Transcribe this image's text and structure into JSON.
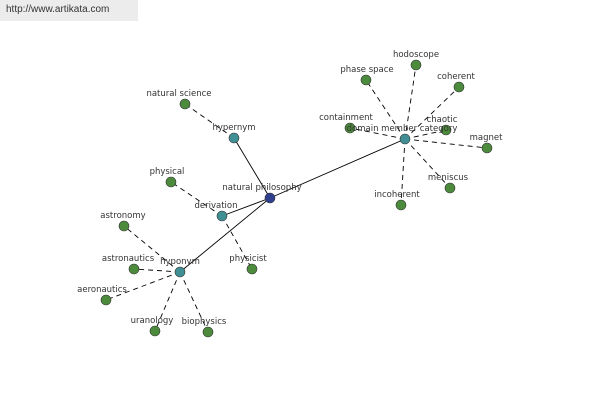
{
  "url": "http://www.artikata.com",
  "colors": {
    "root": "#2e3f8c",
    "relation": "#3f8f94",
    "leaf": "#4c8a3c",
    "edge": "#000000"
  },
  "nodes": {
    "root": "natural philosophy",
    "relations": [
      "hypernym",
      "derivation",
      "hyponym",
      "domain member category"
    ],
    "leaves": [
      "natural science",
      "physical",
      "physicist",
      "astronomy",
      "astronautics",
      "aeronautics",
      "uranology",
      "biophysics",
      "phase space",
      "hodoscope",
      "coherent",
      "containment",
      "chaotic",
      "magnet",
      "meniscus",
      "incoherent"
    ]
  },
  "edges": [
    [
      "natural philosophy",
      "hypernym"
    ],
    [
      "natural philosophy",
      "derivation"
    ],
    [
      "natural philosophy",
      "hyponym"
    ],
    [
      "natural philosophy",
      "domain member category"
    ],
    [
      "hypernym",
      "natural science"
    ],
    [
      "derivation",
      "physical"
    ],
    [
      "derivation",
      "physicist"
    ],
    [
      "hyponym",
      "astronomy"
    ],
    [
      "hyponym",
      "astronautics"
    ],
    [
      "hyponym",
      "aeronautics"
    ],
    [
      "hyponym",
      "uranology"
    ],
    [
      "hyponym",
      "biophysics"
    ],
    [
      "domain member category",
      "phase space"
    ],
    [
      "domain member category",
      "hodoscope"
    ],
    [
      "domain member category",
      "coherent"
    ],
    [
      "domain member category",
      "containment"
    ],
    [
      "domain member category",
      "chaotic"
    ],
    [
      "domain member category",
      "magnet"
    ],
    [
      "domain member category",
      "meniscus"
    ],
    [
      "domain member category",
      "incoherent"
    ]
  ]
}
